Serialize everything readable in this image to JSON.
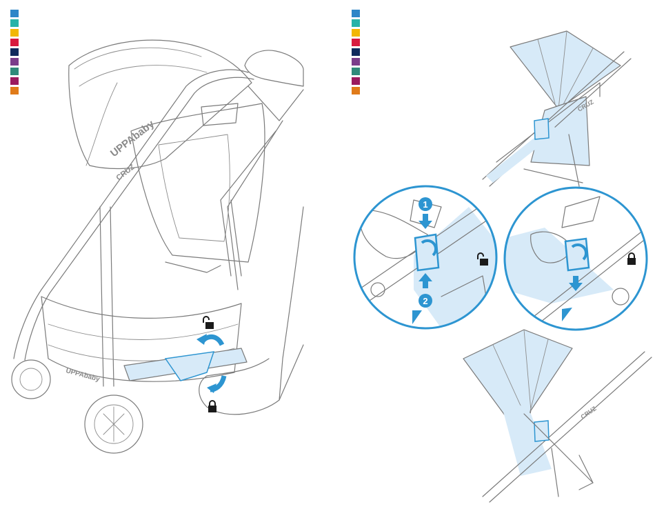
{
  "colors": {
    "accent": "#2d95d1",
    "light_blue": "#d7eaf8",
    "line": "#7a7a7a"
  },
  "swatches_left": [
    "#2e86c8",
    "#27b3a8",
    "#f2b705",
    "#d81b3f",
    "#0f2a5c",
    "#7a3d8a",
    "#2f8a7a",
    "#9b1a5e",
    "#e07b1a"
  ],
  "swatches_right": [
    "#2e86c8",
    "#27b3a8",
    "#f2b705",
    "#d81b3f",
    "#0f2a5c",
    "#7a3d8a",
    "#2f8a7a",
    "#9b1a5e",
    "#e07b1a"
  ],
  "left_panel": {
    "brand_canopy": "UPPAbaby",
    "model_canopy": "CRUZ",
    "brand_basket": "UPPAbaby",
    "icons": [
      "unlock-icon",
      "lock-icon",
      "rotate-arrows-icon"
    ]
  },
  "right_panel": {
    "model_frame": "CRUZ",
    "step_1": "1",
    "step_2": "2",
    "icons": [
      "unlock-icon",
      "lock-icon",
      "arrow-down-icon",
      "arrow-up-icon"
    ]
  }
}
